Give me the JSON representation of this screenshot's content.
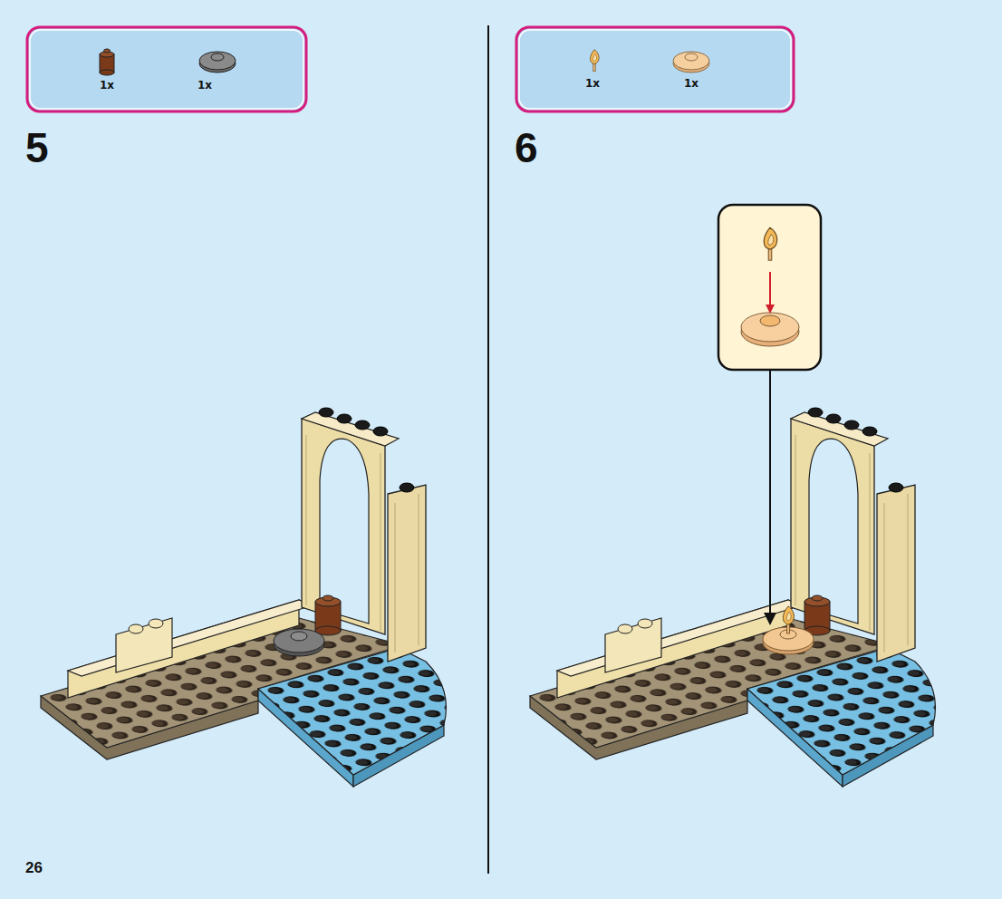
{
  "diagram": {
    "nodes": [
      {
        "text": [
          "1x",
          "1x"
        ]
      },
      {
        "text": [
          "1x",
          "1x"
        ]
      }
    ],
    "labels": [
      "5",
      "6",
      "26"
    ]
  }
}
